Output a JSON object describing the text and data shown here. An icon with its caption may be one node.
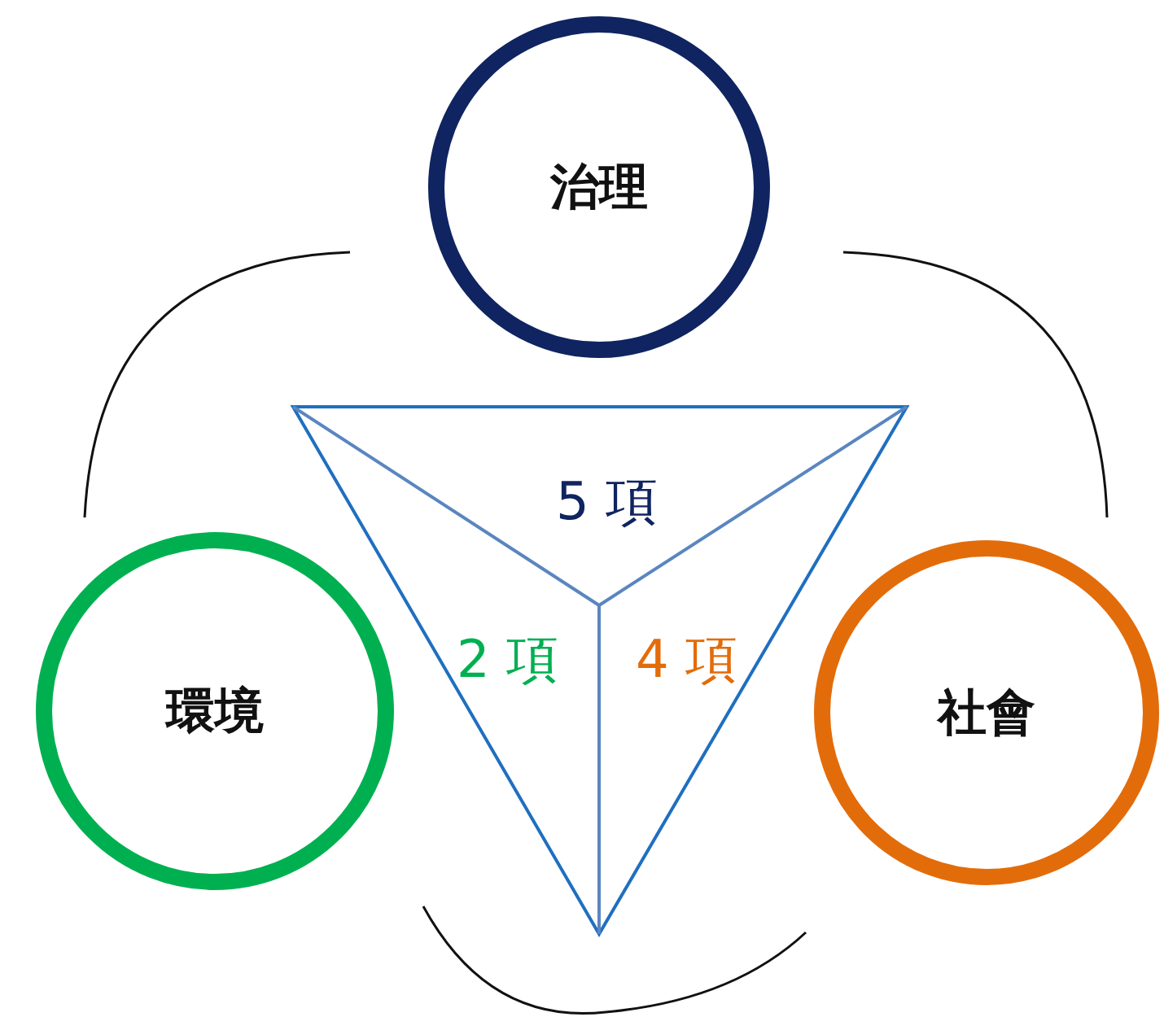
{
  "diagram": {
    "nodes": [
      {
        "text": [
          "治理"
        ]
      },
      {
        "text": [
          "環境"
        ]
      },
      {
        "text": [
          "社會"
        ]
      }
    ],
    "labels": [
      "5 項",
      "2 項",
      "4 項"
    ]
  }
}
